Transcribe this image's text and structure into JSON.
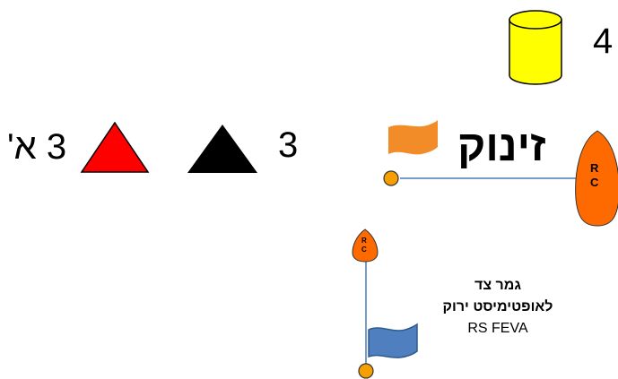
{
  "labels": {
    "mark_four": "4",
    "mark_three": "3",
    "mark_three_alef": "3 א'",
    "start": "זינוק",
    "committee_boat_letters": "RC",
    "finish_note_line1": "גמר צד",
    "finish_note_line2": "לאופטימיסט ירוק",
    "finish_note_line3": "RS FEVA"
  },
  "colors": {
    "yellow_buoy": "#ffff00",
    "red_triangle": "#ff0000",
    "black_triangle": "#000000",
    "orange_flag": "#f28c28",
    "orange_boat": "#ff6a00",
    "blue_flag": "#4f7fbf",
    "line": "#4a7ab8",
    "small_buoy": "#f5a000"
  },
  "icons": [
    "cylinder-buoy-icon",
    "red-triangle-icon",
    "black-triangle-icon",
    "orange-flag-icon",
    "blue-flag-icon",
    "rc-boat-icon",
    "small-buoy-icon"
  ]
}
